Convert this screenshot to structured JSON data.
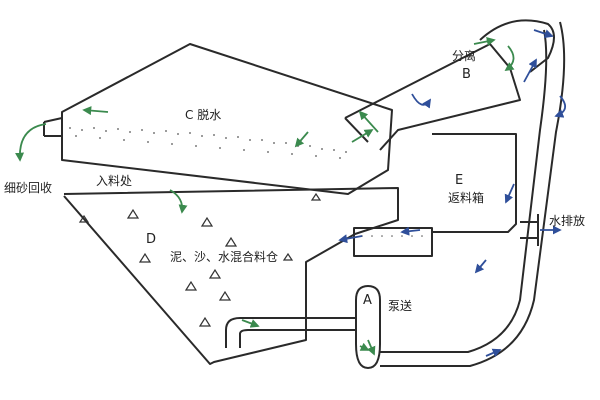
{
  "labels": {
    "dewater": "C 脱水",
    "separate": "分离",
    "sep_letter": "B",
    "fine_sand": "细砂回收",
    "feed": "入料处",
    "return_box": "返料箱",
    "return_letter": "E",
    "drain": "水排放",
    "bin_letter": "D",
    "bin": "泥、沙、水混合料仓",
    "pump_letter": "A",
    "pump": "泵送"
  },
  "colors": {
    "line": "#2a2a2a",
    "green_arrow": "#3b8a4e",
    "blue_arrow": "#2f4f9a"
  }
}
